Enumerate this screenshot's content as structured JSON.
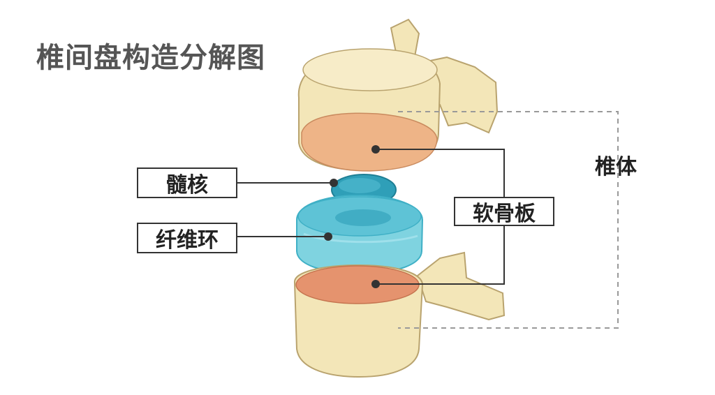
{
  "title": "椎间盘构造分解图",
  "labels": {
    "nucleus_pulposus": "髓核",
    "annulus_fibrosus": "纤维环",
    "cartilage_endplate": "软骨板",
    "vertebral_body": "椎体"
  },
  "colors": {
    "bone": "#f3e6b8",
    "bone_shadow": "#e2cf95",
    "bone_outline": "#b9a36e",
    "endplate_top": "#eeb487",
    "endplate_bottom": "#e5936e",
    "annulus": "#7fd3e0",
    "annulus_dark": "#3fb0c6",
    "nucleus": "#2f9fb8",
    "leader_line": "#333333",
    "dashed_bracket": "#999999",
    "title_text": "#555555"
  }
}
